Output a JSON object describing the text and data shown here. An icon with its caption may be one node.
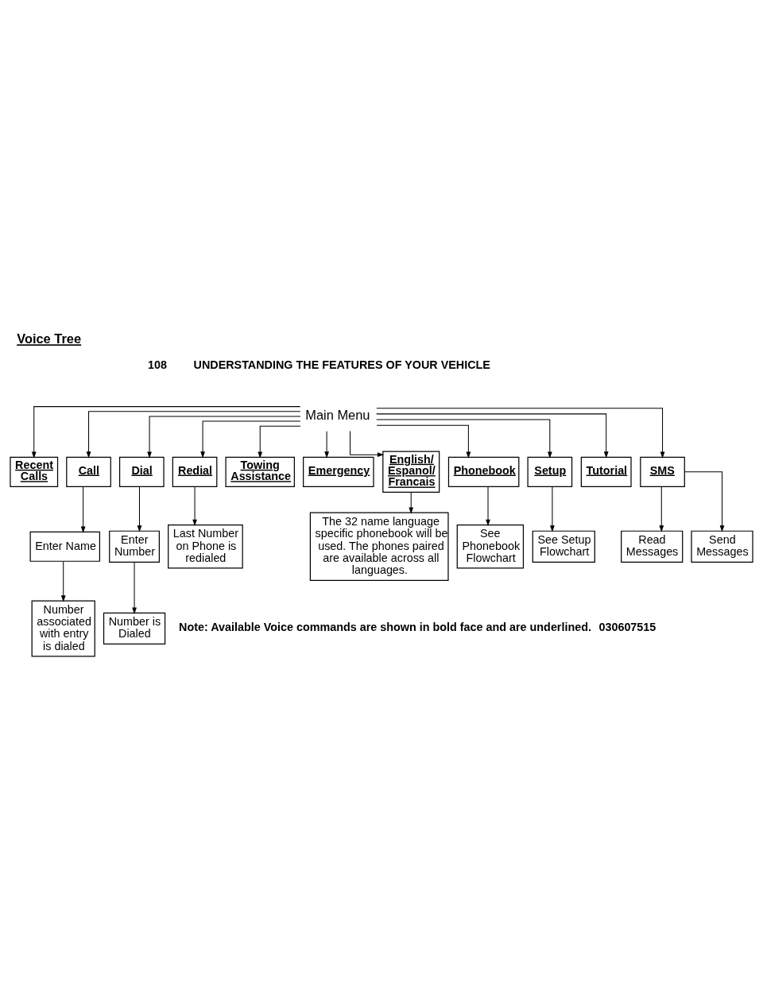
{
  "diagram": {
    "title": "Voice Tree",
    "nodes": [
      {
        "text": [
          "Main Menu"
        ]
      },
      {
        "text": [
          "Recent Calls"
        ]
      },
      {
        "text": [
          "Call"
        ]
      },
      {
        "text": [
          "Dial"
        ]
      },
      {
        "text": [
          "Redial"
        ]
      },
      {
        "text": [
          "Towing Assistance"
        ]
      },
      {
        "text": [
          "Emergency"
        ]
      },
      {
        "text": [
          "English/ Espanol/ Francais"
        ]
      },
      {
        "text": [
          "Phonebook"
        ]
      },
      {
        "text": [
          "Setup"
        ]
      },
      {
        "text": [
          "Tutorial"
        ]
      },
      {
        "text": [
          "SMS"
        ]
      },
      {
        "text": [
          "Enter Name"
        ]
      },
      {
        "text": [
          "Enter Number"
        ]
      },
      {
        "text": [
          "Last Number on Phone is redialed"
        ]
      },
      {
        "text": [
          "See Phonebook Flowchart"
        ]
      },
      {
        "text": [
          "See Setup Flowchart"
        ]
      },
      {
        "text": [
          "Read Messages"
        ]
      },
      {
        "text": [
          "Send Messages"
        ]
      },
      {
        "text": [
          "Number associated with entry is dialed"
        ]
      },
      {
        "text": [
          "Number is Dialed"
        ]
      },
      {
        "text": [
          "The 32 name language specific phonebook will be used. The phones paired are available across all languages."
        ]
      }
    ],
    "edges": [
      {
        "from": 0,
        "to": 1,
        "arrow": "to"
      },
      {
        "from": 0,
        "to": 2,
        "arrow": "to"
      },
      {
        "from": 0,
        "to": 3,
        "arrow": "to"
      },
      {
        "from": 0,
        "to": 4,
        "arrow": "to"
      },
      {
        "from": 0,
        "to": 5,
        "arrow": "to"
      },
      {
        "from": 0,
        "to": 6,
        "arrow": "to"
      },
      {
        "from": 0,
        "to": 7,
        "arrow": "to"
      },
      {
        "from": 0,
        "to": 8,
        "arrow": "to"
      },
      {
        "from": 0,
        "to": 9,
        "arrow": "to"
      },
      {
        "from": 0,
        "to": 10,
        "arrow": "to"
      },
      {
        "from": 0,
        "to": 11,
        "arrow": "to"
      },
      {
        "from": 2,
        "to": 12,
        "arrow": "to"
      },
      {
        "from": 3,
        "to": 13,
        "arrow": "to"
      },
      {
        "from": 4,
        "to": 14,
        "arrow": "to"
      },
      {
        "from": 8,
        "to": 15,
        "arrow": "to"
      },
      {
        "from": 9,
        "to": 16,
        "arrow": "to"
      },
      {
        "from": 11,
        "to": 17,
        "arrow": "to"
      },
      {
        "from": 11,
        "to": 18,
        "arrow": "to"
      },
      {
        "from": 12,
        "to": 19,
        "arrow": "to"
      },
      {
        "from": 13,
        "to": 20,
        "arrow": "to"
      },
      {
        "from": 7,
        "to": 21,
        "arrow": "to"
      }
    ],
    "labels": [
      "108",
      "UNDERSTANDING THE FEATURES OF YOUR VEHICLE",
      "Note: Available Voice commands are shown in bold face and are underlined.",
      "030607515"
    ]
  }
}
